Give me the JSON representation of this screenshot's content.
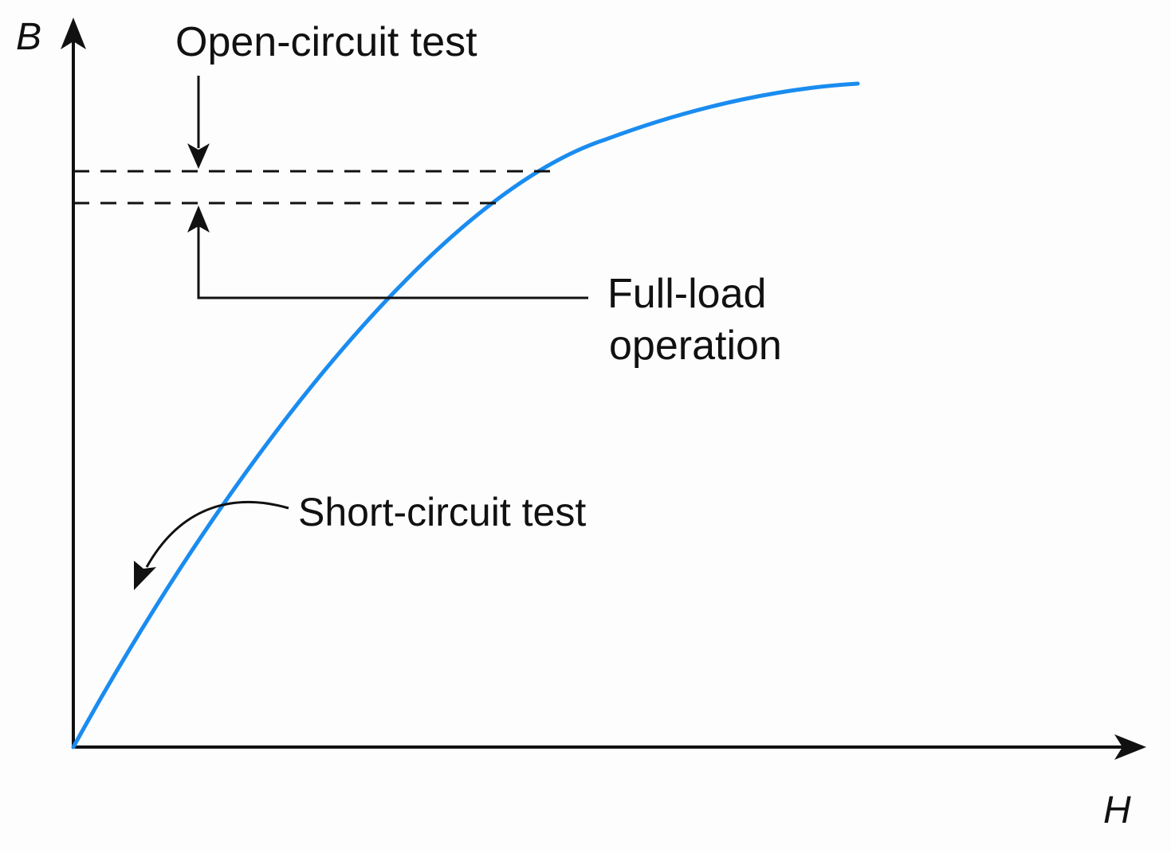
{
  "axes": {
    "y_label": "B",
    "x_label": "H"
  },
  "annotations": {
    "open_circuit": "Open-circuit test",
    "full_load_line1": "Full-load",
    "full_load_line2": "operation",
    "short_circuit": "Short-circuit test"
  },
  "colors": {
    "curve": "#1a8cf0",
    "ink": "#111111",
    "background": "#fdfdfd"
  }
}
